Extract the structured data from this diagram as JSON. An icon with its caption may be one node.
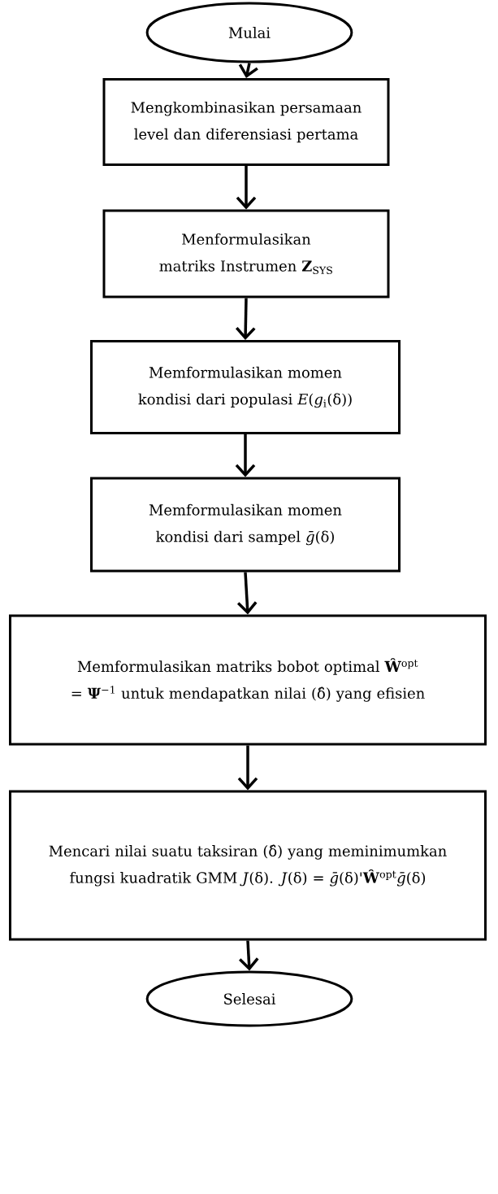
{
  "diagram": {
    "nodes": [
      {
        "text": [
          "Mulai"
        ]
      },
      {
        "text": [
          "Mengkombinasikan persamaan level dan diferensiasi pertama"
        ]
      },
      {
        "text": [
          "Menformulasikan matriks Instrumen **Z**$_{SYS}$"
        ]
      },
      {
        "text": [
          "Memformulasikan momen kondisi dari populasi *E*(*g*$_{i}$(δ))"
        ]
      },
      {
        "text": [
          "Memformulasikan momen kondisi dari sampel *ḡ*(δ)"
        ]
      },
      {
        "text": [
          "Memformulasikan matriks bobot optimal **Ŵ**$^{opt}$ = **Ψ**$^{−1}$ untuk mendapatkan nilai (δ̂) yang efisien"
        ]
      },
      {
        "text": [
          "Mencari nilai suatu taksiran (δ̂) yang meminimumkan fungsi kuadratik GMM *J*(δ). *J*(δ) = *ḡ*(δ)'**Ŵ**$^{opt}$*ḡ*(δ)"
        ]
      },
      {
        "text": [
          "Selesai"
        ]
      }
    ],
    "edges": [
      {
        "from": 0,
        "to": 1,
        "arrow": "to"
      },
      {
        "from": 1,
        "to": 2,
        "arrow": "to"
      },
      {
        "from": 2,
        "to": 3,
        "arrow": "to"
      },
      {
        "from": 3,
        "to": 4,
        "arrow": "to"
      },
      {
        "from": 4,
        "to": 5,
        "arrow": "to"
      },
      {
        "from": 5,
        "to": 6,
        "arrow": "to"
      },
      {
        "from": 6,
        "to": 7,
        "arrow": "to"
      }
    ]
  }
}
